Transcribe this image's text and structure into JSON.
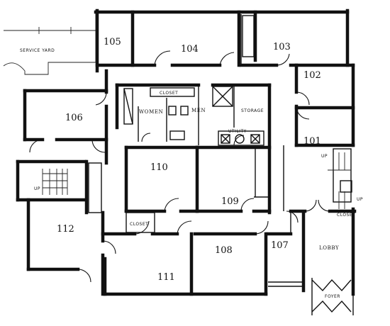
{
  "plan": {
    "rooms": {
      "r105": "105",
      "r104": "104",
      "r103": "103",
      "r102": "102",
      "r106": "106",
      "r101": "101",
      "r110": "110",
      "r109": "109",
      "r112": "112",
      "r108": "108",
      "r107": "107",
      "r111": "111"
    },
    "labels": {
      "service_yard": "SERVICE YARD",
      "closet_top": "CLOSET",
      "women": "WOMEN",
      "men": "MEN",
      "storage": "STORAGE",
      "utility": "UTILITY",
      "closet_mid": "CLOSET",
      "lobby": "LOBBY",
      "foyer": "FOYER",
      "up_left": "UP",
      "up_right": "UP",
      "up_right2": "UP",
      "closet_right": "CLOSET"
    }
  }
}
